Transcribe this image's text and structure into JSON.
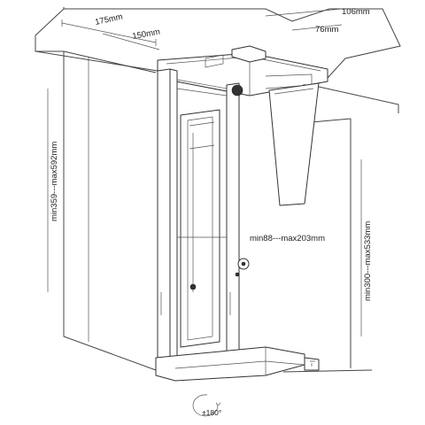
{
  "labels": {
    "depth_total": "175mm",
    "depth_clamp": "150mm",
    "width_top": "106mm",
    "width_clamp": "76mm",
    "height_range": "min359---max592mm",
    "width_range": "min88---max203mm",
    "depth_range": "min300---max533mm",
    "rotation": "±180°"
  },
  "colors": {
    "line": "#333333",
    "background": "#ffffff"
  }
}
